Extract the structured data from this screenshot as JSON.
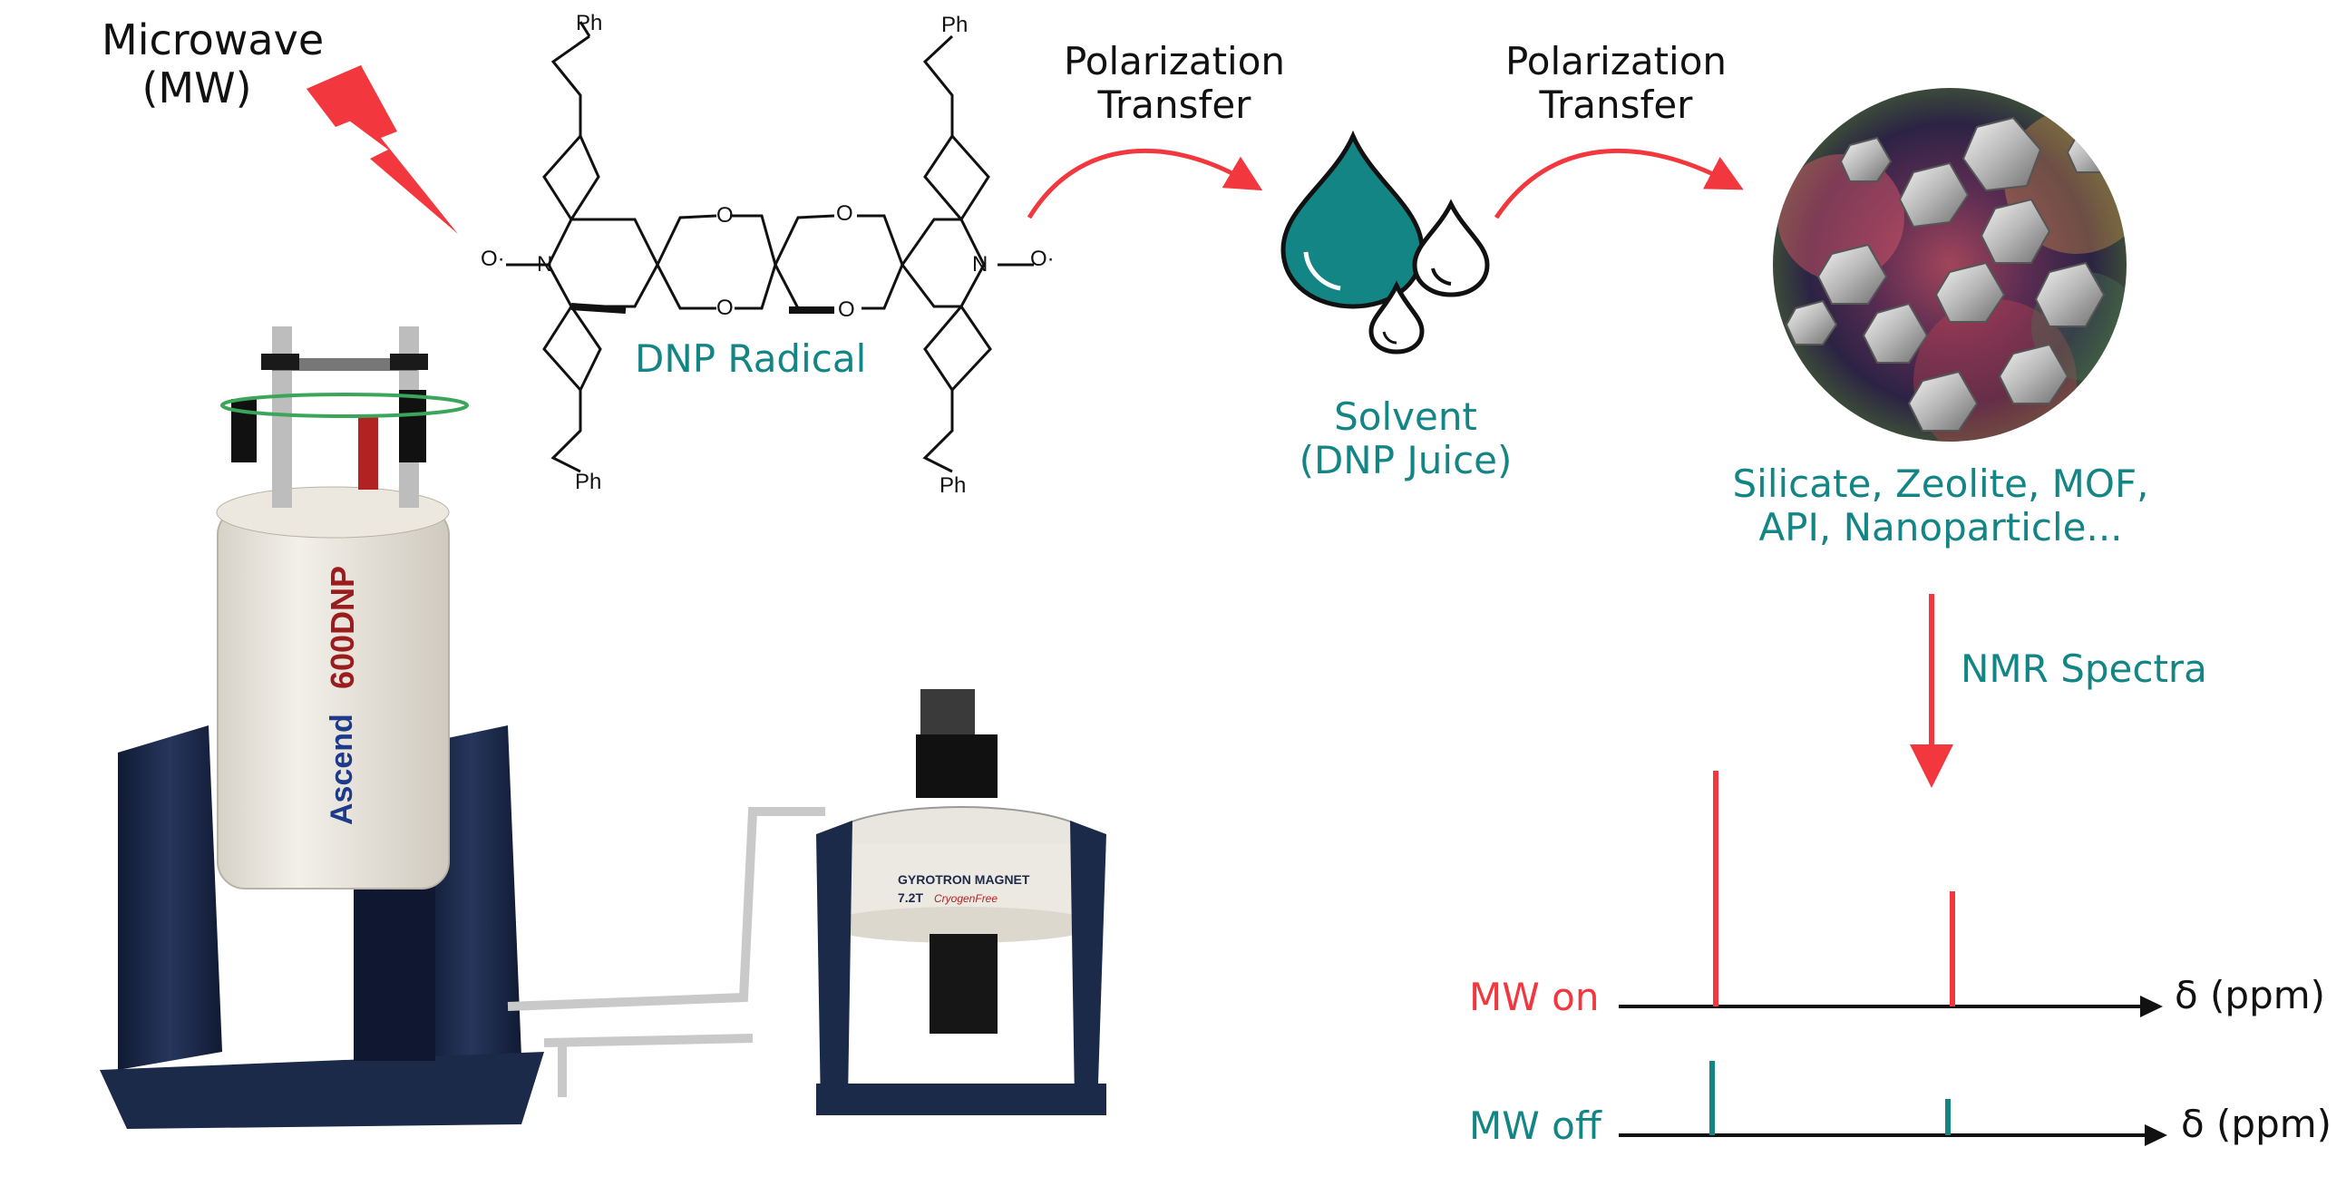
{
  "labels": {
    "microwave_line1": "Microwave",
    "microwave_line2": "(MW)",
    "radical": "DNP Radical",
    "polarization_1_line1": "Polarization",
    "polarization_1_line2": "Transfer",
    "polarization_2_line1": "Polarization",
    "polarization_2_line2": "Transfer",
    "solvent_line1": "Solvent",
    "solvent_line2": "(DNP Juice)",
    "materials_line1": "Silicate, Zeolite, MOF,",
    "materials_line2": "API, Nanoparticle...",
    "nmr_spectra": "NMR Spectra",
    "mw_on": "MW on",
    "mw_off": "MW off",
    "axis_on": "δ (ppm)",
    "axis_off": "δ (ppm)"
  },
  "chem": {
    "ph": "Ph",
    "n": "N",
    "o": "O",
    "no_left": "O·",
    "no_right": "O·"
  },
  "equipment": {
    "magnet_brand": "Ascend",
    "magnet_model": "600DNP",
    "gyrotron_label": "GYROTRON MAGNET",
    "gyrotron_field": "7.2T",
    "gyrotron_sub": "CryogenFree"
  },
  "colors": {
    "red": "#f2383e",
    "teal": "#138585",
    "navy": "#1c2a4a",
    "black": "#111111"
  },
  "icons": [
    "lightning-icon",
    "arrow-icon",
    "droplets-icon",
    "nanoparticle-icon"
  ]
}
